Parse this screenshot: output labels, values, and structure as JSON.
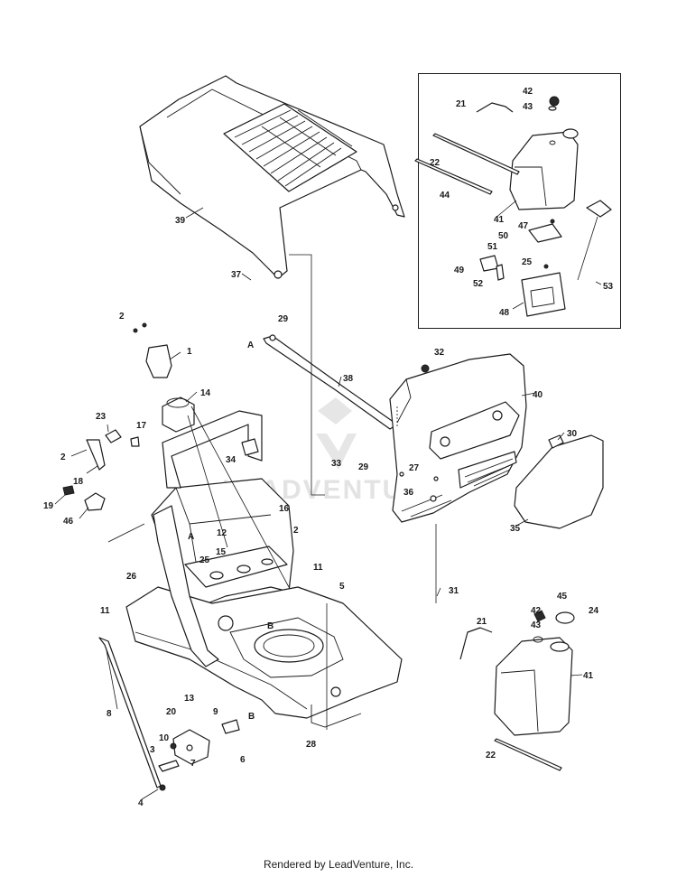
{
  "watermark": "LEADVENTURE",
  "footer": "Rendered by LeadVenture, Inc.",
  "callouts": {
    "c1": "1",
    "c2a": "2",
    "c2b": "2",
    "c2c": "2",
    "c3": "3",
    "c4": "4",
    "c5": "5",
    "c6": "6",
    "c7": "7",
    "c8": "8",
    "c9": "9",
    "c10": "10",
    "c11a": "11",
    "c11b": "11",
    "c12": "12",
    "c13": "13",
    "c14": "14",
    "c15": "15",
    "c16": "16",
    "c17": "17",
    "c18": "18",
    "c19": "19",
    "c20": "20",
    "c21a": "21",
    "c21b": "21",
    "c22a": "22",
    "c22b": "22",
    "c23": "23",
    "c24": "24",
    "c25a": "25",
    "c25b": "25",
    "c26": "26",
    "c27": "27",
    "c28": "28",
    "c29a": "29",
    "c29b": "29",
    "c30": "30",
    "c31": "31",
    "c32": "32",
    "c33": "33",
    "c34": "34",
    "c35": "35",
    "c36": "36",
    "c37": "37",
    "c38": "38",
    "c39": "39",
    "c40": "40",
    "c41a": "41",
    "c41b": "41",
    "c42a": "42",
    "c42b": "42",
    "c43a": "43",
    "c43b": "43",
    "c44": "44",
    "c45": "45",
    "c46": "46",
    "c47": "47",
    "c48": "48",
    "c49": "49",
    "c50": "50",
    "c51": "51",
    "c52": "52",
    "c53": "53"
  },
  "refs": {
    "a1": "A",
    "a2": "A",
    "b1": "B",
    "b2": "B"
  }
}
